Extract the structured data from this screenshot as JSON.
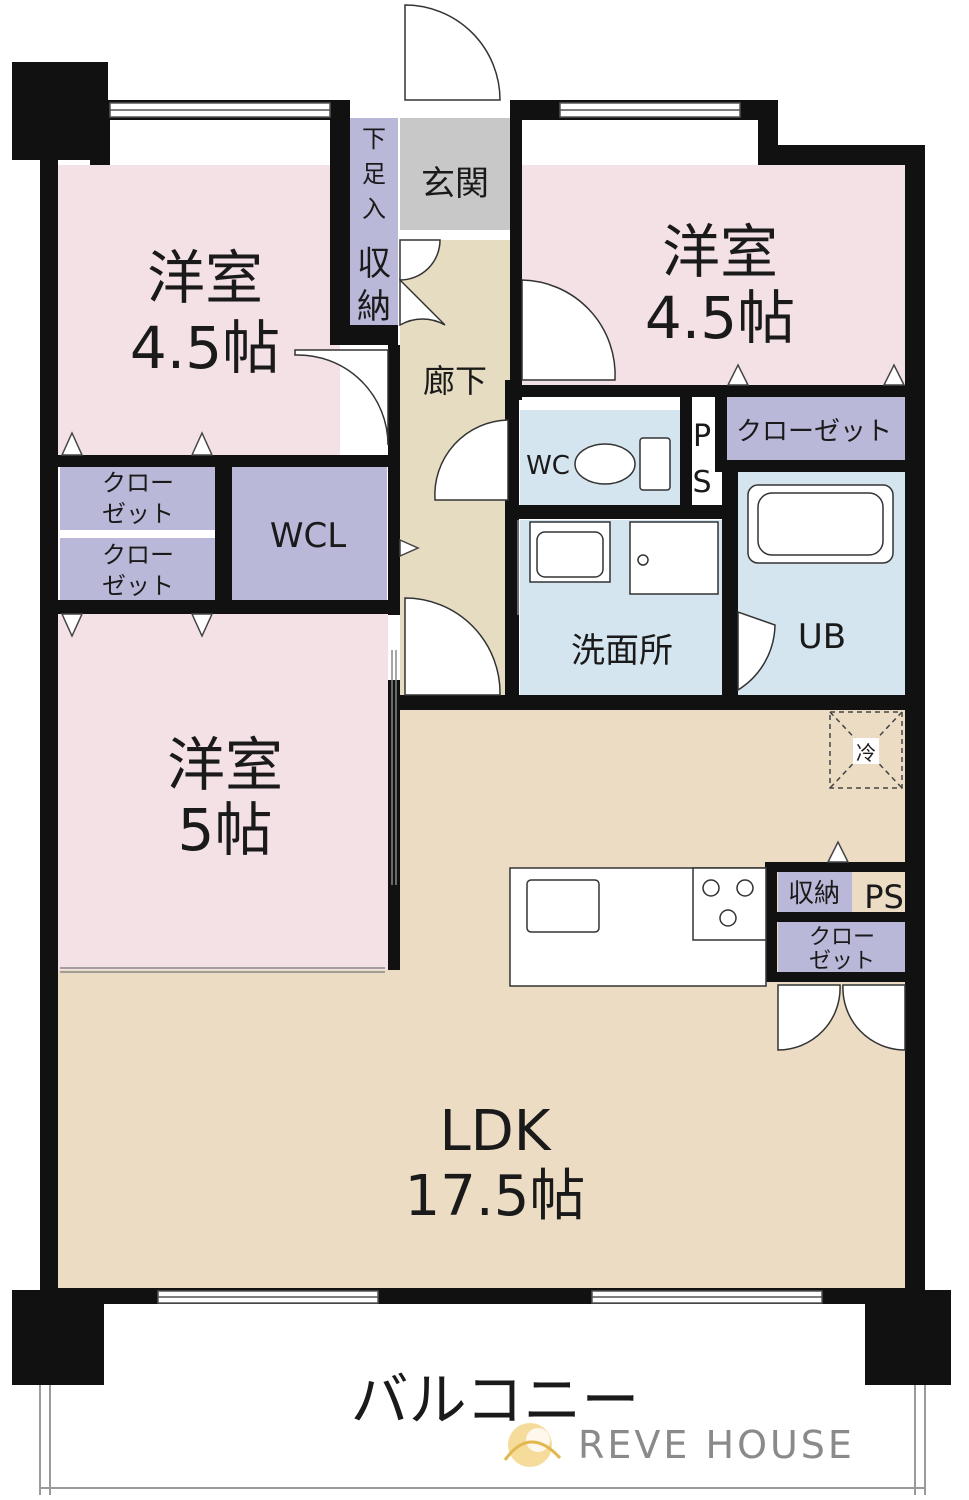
{
  "colors": {
    "wall": "#111111",
    "bedroom": "#f3e1e6",
    "storage": "#b9b8d8",
    "entrance": "#c8c8c8",
    "hallway": "#e5dcc1",
    "wet_area": "#d4e5ef",
    "ldk": "#ecdcc4"
  },
  "rooms": {
    "bedroom_nw": {
      "name": "洋室",
      "size": "4.5帖"
    },
    "bedroom_ne": {
      "name": "洋室",
      "size": "4.5帖"
    },
    "bedroom_w": {
      "name": "洋室",
      "size": "5帖"
    },
    "ldk": {
      "name": "LDK",
      "size": "17.5帖"
    }
  },
  "labels": {
    "shoe_storage": [
      "下",
      "足",
      "入"
    ],
    "entrance": "玄関",
    "storage_vertical": [
      "収",
      "納"
    ],
    "hallway": "廊下",
    "wc": "WC",
    "ps_vertical": [
      "P",
      "S"
    ],
    "closet_ne": "クローゼット",
    "closet_w1": [
      "クロー",
      "ゼット"
    ],
    "closet_w2": [
      "クロー",
      "ゼット"
    ],
    "wcl": "WCL",
    "washroom": "洗面所",
    "ub": "UB",
    "fridge": "冷",
    "kitchen_storage": "収納",
    "ps_kitchen": "PS",
    "closet_kitchen": [
      "クロー",
      "ゼット"
    ],
    "balcony": "バルコニー"
  },
  "brand": {
    "name": "REVE HOUSE",
    "logo_icon": "sunburst-logo-icon"
  }
}
